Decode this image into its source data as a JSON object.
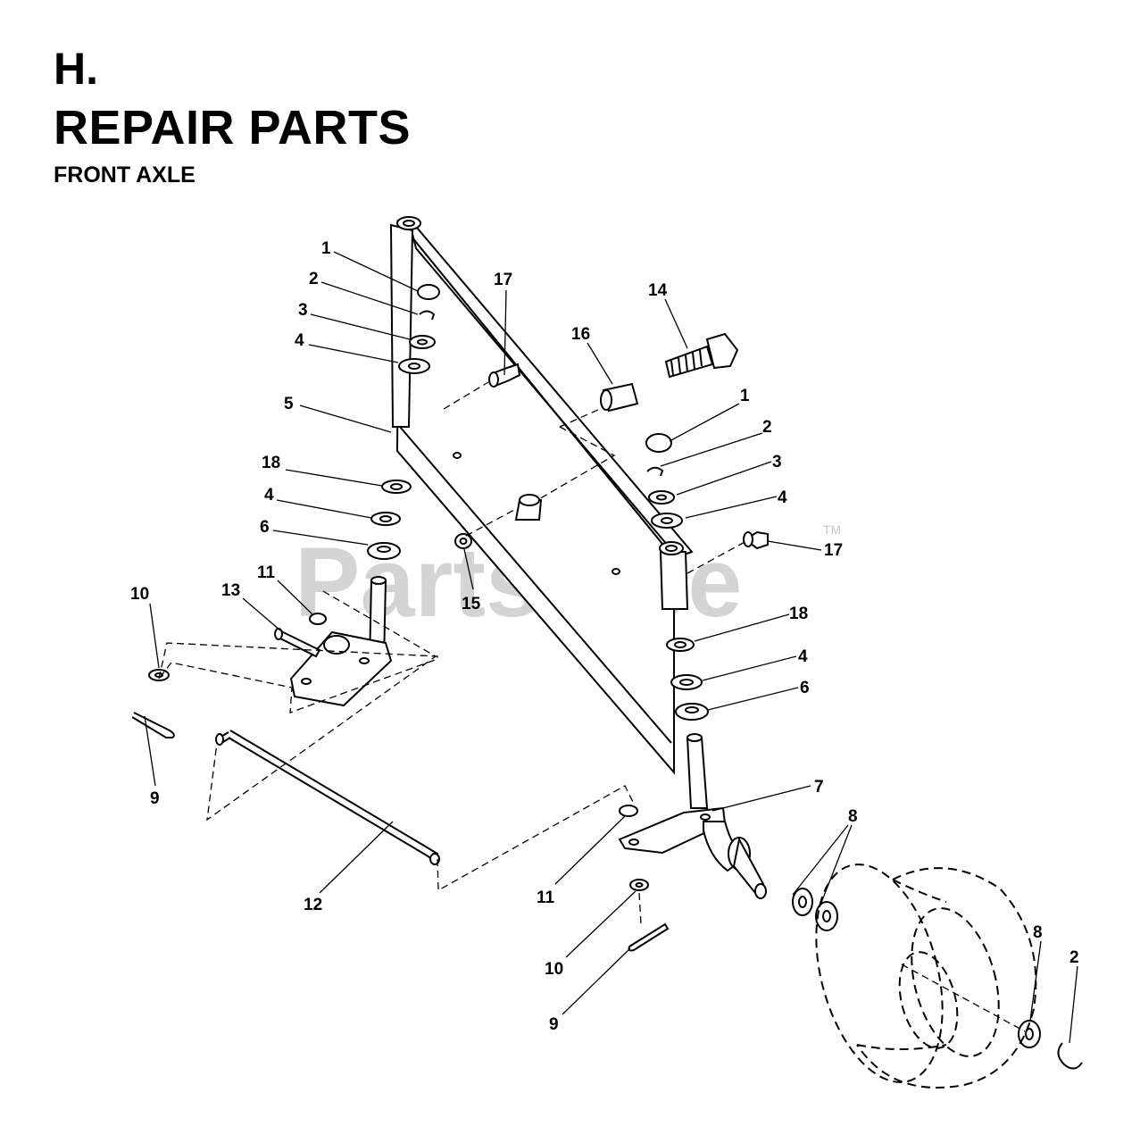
{
  "header": {
    "section": "H.",
    "title": "REPAIR PARTS",
    "subtitle": "FRONT AXLE"
  },
  "watermark": {
    "text": "PartsTree",
    "tm": "TM"
  },
  "callouts": [
    {
      "id": "c1a",
      "text": "1"
    },
    {
      "id": "c2a",
      "text": "2"
    },
    {
      "id": "c3a",
      "text": "3"
    },
    {
      "id": "c4a",
      "text": "4"
    },
    {
      "id": "c5",
      "text": "5"
    },
    {
      "id": "c18a",
      "text": "18"
    },
    {
      "id": "c4b",
      "text": "4"
    },
    {
      "id": "c6a",
      "text": "6"
    },
    {
      "id": "c10a",
      "text": "10"
    },
    {
      "id": "c13",
      "text": "13"
    },
    {
      "id": "c11a",
      "text": "11"
    },
    {
      "id": "c9a",
      "text": "9"
    },
    {
      "id": "c17a",
      "text": "17"
    },
    {
      "id": "c16",
      "text": "16"
    },
    {
      "id": "c14",
      "text": "14"
    },
    {
      "id": "c1b",
      "text": "1"
    },
    {
      "id": "c2b",
      "text": "2"
    },
    {
      "id": "c3b",
      "text": "3"
    },
    {
      "id": "c4c",
      "text": "4"
    },
    {
      "id": "c17b",
      "text": "17"
    },
    {
      "id": "c15",
      "text": "15"
    },
    {
      "id": "c18b",
      "text": "18"
    },
    {
      "id": "c4d",
      "text": "4"
    },
    {
      "id": "c6b",
      "text": "6"
    },
    {
      "id": "c7",
      "text": "7"
    },
    {
      "id": "c8a",
      "text": "8"
    },
    {
      "id": "c8b",
      "text": "8"
    },
    {
      "id": "c2c",
      "text": "2"
    },
    {
      "id": "c12",
      "text": "12"
    },
    {
      "id": "c11b",
      "text": "11"
    },
    {
      "id": "c10b",
      "text": "10"
    },
    {
      "id": "c9b",
      "text": "9"
    }
  ]
}
